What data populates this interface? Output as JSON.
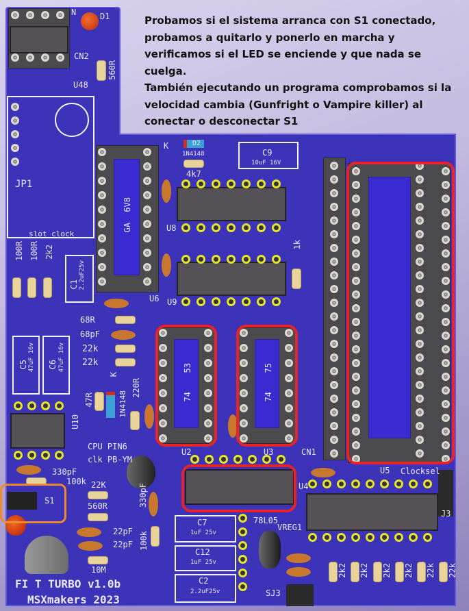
{
  "annotation": {
    "lines": [
      "Probamos si el sistema arranca con S1 conectado,",
      "probamos a quitarlo y ponerlo en marcha y",
      "verificamos si el LED se enciende y que nada se",
      "cuelga.",
      "También ejecutando un programa comprobamos si la",
      "velocidad cambia (Gunfright o Vampire killer) al",
      "conectar o desconectar S1"
    ]
  },
  "board": {
    "title": "FI   T TURBO v1.0b",
    "subtitle": "MSXmakers 2023",
    "labels": {
      "n": "N",
      "d1": "D1",
      "cn2": "CN2",
      "r560a": "560R",
      "u48": "U48",
      "jp1": "JP1",
      "slot_clock": "slot clock",
      "r100a": "100R",
      "r100b": "100R",
      "r2k2": "2k2",
      "c1": "C1",
      "c1v": "2.2uF25v",
      "gal1": "6V8",
      "gal2": "GA",
      "u6": "U6",
      "k1": "K",
      "d2": "D2",
      "d2v": "1N4148",
      "r4k7": "4k7",
      "c9": "C9",
      "c9v": "10uF 16V",
      "u8": "U8",
      "u9": "U9",
      "r1k": "1k",
      "r68": "68R",
      "c68": "68pF",
      "r22ka": "22k",
      "r22kb": "22k",
      "r47": "47R",
      "k2": "K",
      "d3v": "1N4148",
      "r220": "220R",
      "c5": "C5",
      "c5v": "47uF 16v",
      "c6": "C6",
      "c6v": "47uF 16v",
      "u10": "U10",
      "cpu_pin6": "CPU PIN6",
      "clk": "clk PB-YM",
      "c330a": "330pF",
      "r100ka": "100k",
      "r22kc": "22K",
      "r560b": "560R",
      "s1": "S1",
      "c22a": "22pF",
      "c22b": "22pF",
      "r10m": "10M",
      "c330b": "330pF",
      "r100kb": "100k",
      "c7": "C7",
      "c7v": "1uF 25v",
      "c12": "C12",
      "c12v": "1uF 25v",
      "c2": "C2",
      "c2v": "2.2uF25v",
      "u2a": "53",
      "u2b": "74",
      "u3a": "75",
      "u3b": "74",
      "u2": "U2",
      "u3": "U3",
      "cn1": "CN1",
      "u5": "U5",
      "clocksel": "Clocksel",
      "j3": "J3",
      "u4": "U4",
      "vreg": "78L05",
      "vreg1": "VREG1",
      "sj3": "SJ3",
      "rb1": "2k2",
      "rb2": "2k2",
      "rb3": "2k2",
      "rb4": "2k2",
      "rb5": "22k",
      "rb6": "22k"
    }
  },
  "highlight_colors": {
    "red": "#e8232a",
    "orange": "#f08a2a"
  }
}
